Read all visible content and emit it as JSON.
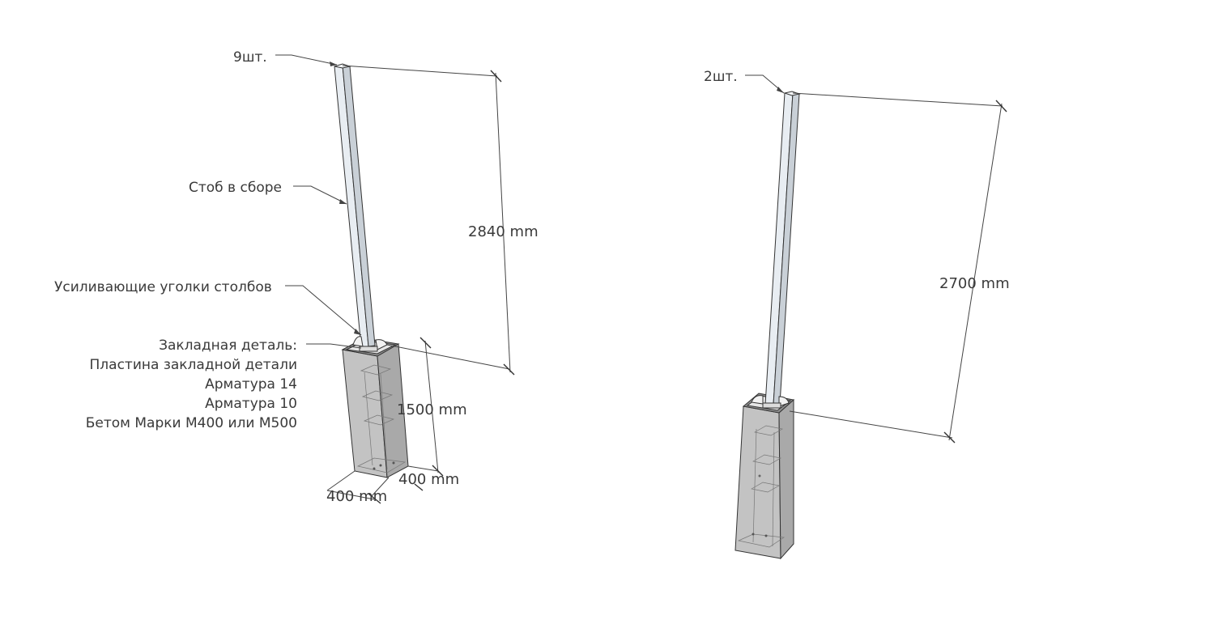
{
  "left_post": {
    "quantity": "9шт.",
    "assembly_label": "Стоб в сборе",
    "corners_label": "Усиливающие уголки столбов",
    "embed_lines": [
      "Закладная деталь:",
      "Пластина закладной детали",
      "Арматура 14",
      "Арматура 10",
      "Бетом Марки М400 или М500"
    ],
    "height_dim": "2840 mm",
    "depth_dim": "1500 mm",
    "width_dim_a": "400 mm",
    "width_dim_b": "400 mm"
  },
  "right_post": {
    "quantity": "2шт.",
    "height_dim": "2700 mm"
  },
  "colors": {
    "concrete": "#bdbdbd",
    "concrete_dark": "#a9a9a9",
    "post": "#e4e9ee",
    "line": "#444444"
  }
}
